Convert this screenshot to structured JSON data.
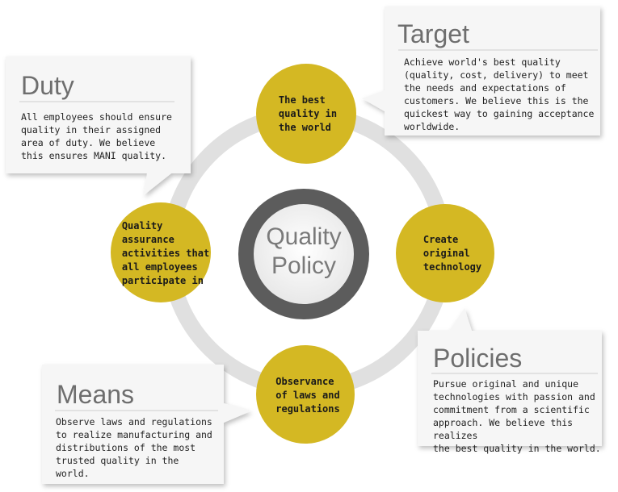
{
  "center": {
    "line1": "Quality",
    "line2": "Policy"
  },
  "nodes": {
    "top": [
      "The best",
      "quality in",
      "the world"
    ],
    "right": [
      "Create",
      "original",
      "technology"
    ],
    "bottom": [
      "Observance",
      "of laws and",
      "regulations"
    ],
    "left": [
      "Quality",
      "assurance",
      "activities that",
      "all employees",
      "participate in"
    ]
  },
  "callouts": {
    "duty": {
      "title": "Duty",
      "text": "All employees should ensure\nquality in their assigned\narea of duty. We believe\nthis ensures MANI quality."
    },
    "target": {
      "title": "Target",
      "text": "Achieve world's best quality\n(quality, cost, delivery) to meet\nthe needs and expectations of\ncustomers. We believe this is the\nquickest way to gaining acceptance\nworldwide."
    },
    "policies": {
      "title": "Policies",
      "text": "Pursue original and unique\ntechnologies with passion and\ncommitment from a scientific\napproach. We believe this realizes\nthe best quality in the world."
    },
    "means": {
      "title": "Means",
      "text": "Observe laws and regulations\nto realize manufacturing and\ndistributions of the most\ntrusted quality in the\nworld."
    }
  },
  "colors": {
    "node_fill": "#d4b823",
    "ring": "#e2e2e2",
    "center_outer": "#5e5e5e",
    "center_inner": "#f4f4f4",
    "box_fill": "#f6f6f6"
  }
}
